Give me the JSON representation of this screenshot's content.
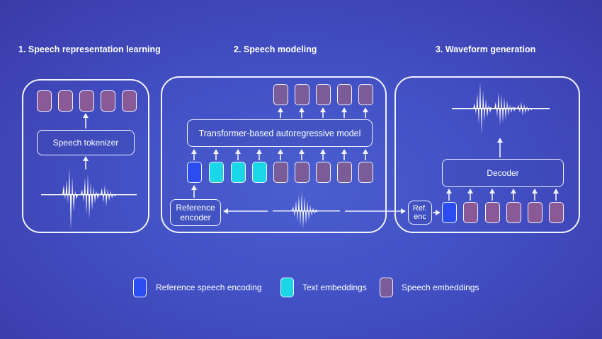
{
  "titles": {
    "step1": "1. Speech representation learning",
    "step2": "2. Speech modeling",
    "step3": "3. Waveform generation"
  },
  "boxes": {
    "tokenizer": "Speech tokenizer",
    "transformer": "Transformer-based autoregressive model",
    "reference_encoder": "Reference encoder",
    "ref_enc": "Ref. enc",
    "decoder": "Decoder"
  },
  "legend": {
    "reference": "Reference speech encoding",
    "text": "Text embeddings",
    "speech": "Speech embeddings"
  },
  "colors": {
    "reference": "#2a4cf0",
    "text": "#19d7e6",
    "speech": "#7a5c98"
  }
}
